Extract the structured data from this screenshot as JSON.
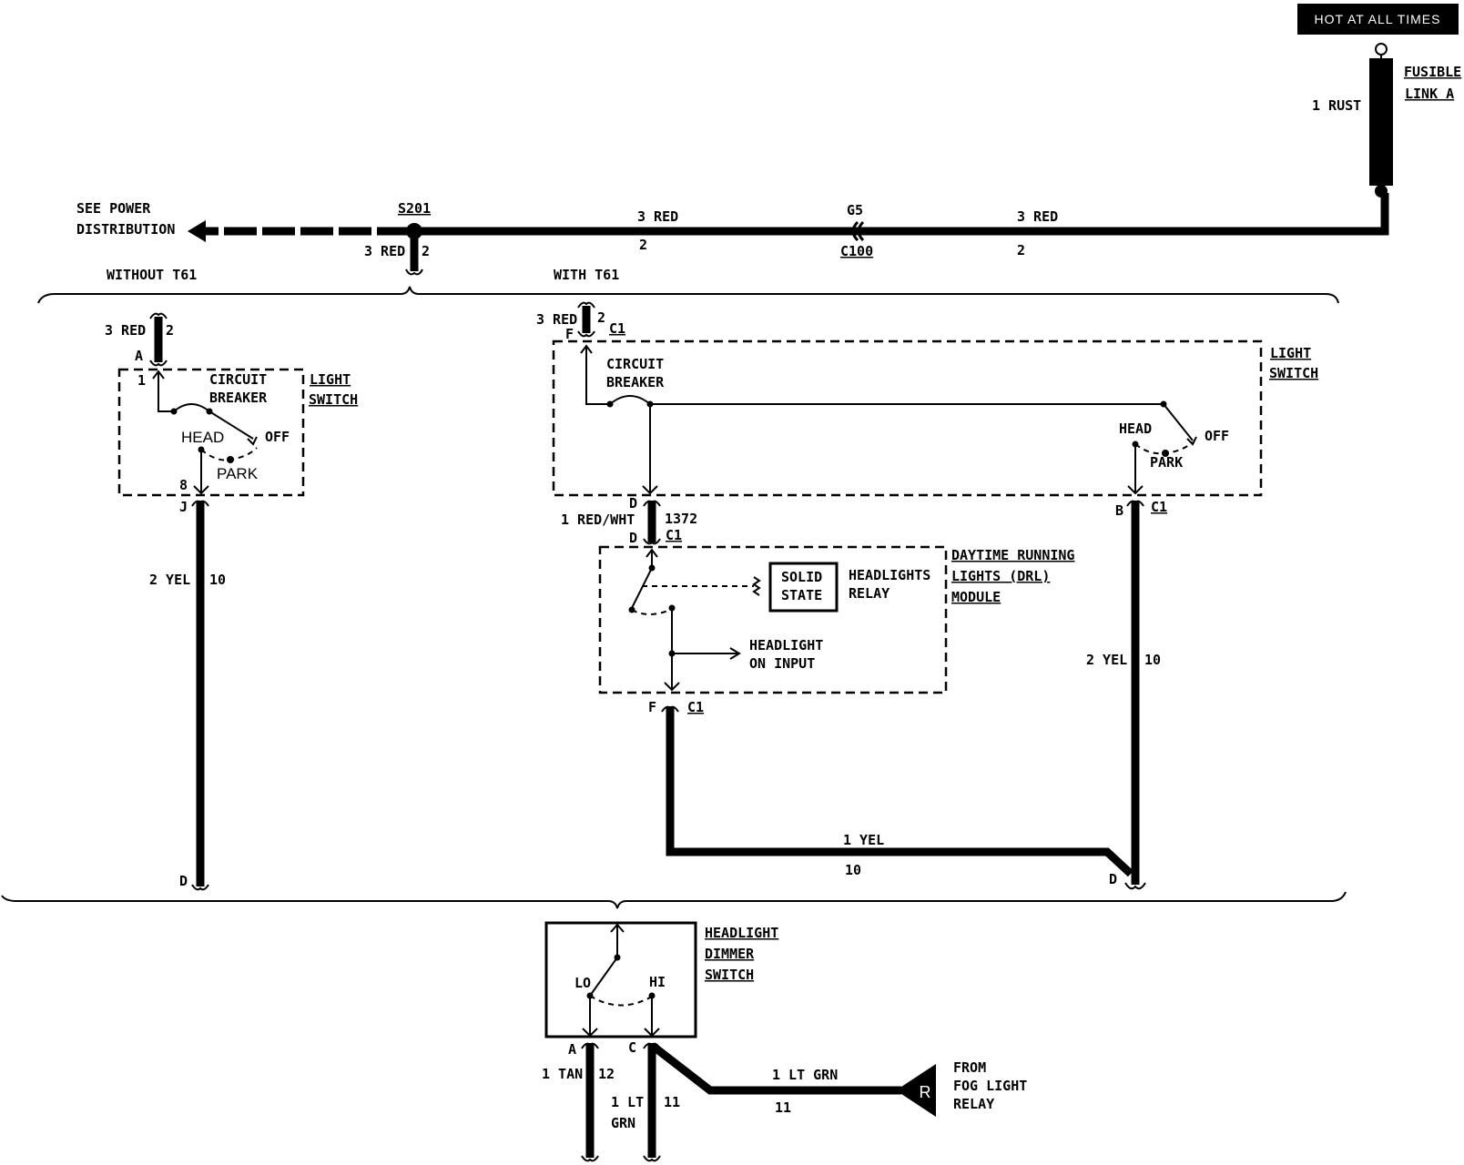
{
  "badge": {
    "label": "HOT AT ALL TIMES"
  },
  "fusible_link": {
    "name_line1": "FUSIBLE",
    "name_line2": "LINK A",
    "wire": "1 RUST"
  },
  "power_feed": {
    "see_line1": "SEE POWER",
    "see_line2": "DISTRIBUTION",
    "splice": "S201",
    "wire_left": "3 RED",
    "circuit_left": "2",
    "wire_mid": "3 RED",
    "circuit_mid": "2",
    "ground_ref": "G5",
    "connector": "C100",
    "wire_right": "3 RED",
    "circuit_right": "2"
  },
  "variants": {
    "without": "WITHOUT T61",
    "with": "WITH T61"
  },
  "left_branch": {
    "wire_top": "3 RED",
    "circuit_top": "2",
    "pin_a": "A",
    "switch_title_1": "LIGHT",
    "switch_title_2": "SWITCH",
    "cb_line1": "CIRCUIT",
    "cb_line2": "BREAKER",
    "pos_head": "HEAD",
    "pos_off": "OFF",
    "pos_park": "PARK",
    "pin_1": "1",
    "pin_8": "8",
    "pin_j": "J",
    "wire_down": "2 YEL",
    "circuit_down": "10",
    "pin_d": "D"
  },
  "right_branch": {
    "wire_top": "3 RED",
    "circuit_top": "2",
    "pin_f": "F",
    "conn_c1": "C1",
    "switch_title_1": "LIGHT",
    "switch_title_2": "SWITCH",
    "cb_line1": "CIRCUIT",
    "cb_line2": "BREAKER",
    "pos_head": "HEAD",
    "pos_off": "OFF",
    "pos_park": "PARK",
    "pin_d_top": "D",
    "wire_drl": "1 RED/WHT",
    "circuit_drl": "1372",
    "pin_d_drl": "D",
    "conn_c1_drl": "C1",
    "drl_title_1": "DAYTIME RUNNING",
    "drl_title_2": "LIGHTS (DRL)",
    "drl_title_3": "MODULE",
    "solid_1": "SOLID",
    "solid_2": "STATE",
    "relay_1": "HEADLIGHTS",
    "relay_2": "RELAY",
    "input_1": "HEADLIGHT",
    "input_2": "ON INPUT",
    "pin_f_drl": "F",
    "conn_c1_drl_out": "C1",
    "pin_b": "B",
    "conn_c1_b": "C1",
    "wire_b": "2 YEL",
    "circuit_b": "10",
    "wire_join": "1 YEL",
    "circuit_join": "10",
    "pin_d_bottom": "D"
  },
  "dimmer": {
    "title_1": "HEADLIGHT",
    "title_2": "DIMMER",
    "title_3": "SWITCH",
    "pos_lo": "LO",
    "pos_hi": "HI",
    "pin_a": "A",
    "pin_c": "C",
    "wire_a": "1 TAN",
    "circuit_a": "12",
    "wire_c_1": "1 LT",
    "wire_c_2": "GRN",
    "circuit_c": "11",
    "wire_fog": "1 LT GRN",
    "circuit_fog": "11",
    "relay_letter": "R",
    "from_1": "FROM",
    "from_2": "FOG LIGHT",
    "from_3": "RELAY"
  }
}
